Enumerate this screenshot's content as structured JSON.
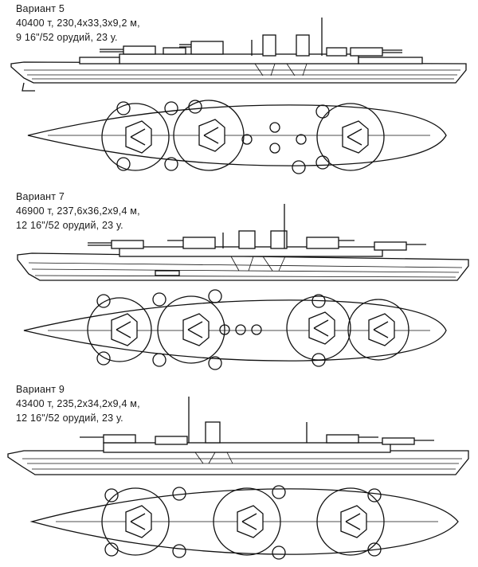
{
  "variants": [
    {
      "title": "Вариант 5",
      "specs": "40400 т, 230,4x33,3x9,2 м,",
      "armament": "9 16\"/52 орудий, 23 у."
    },
    {
      "title": "Вариант 7",
      "specs": "46900 т, 237,6x36,2x9,4 м,",
      "armament": "12 16\"/52 орудий, 23 у."
    },
    {
      "title": "Вариант 9",
      "specs": "43400 т, 235,2x34,2x9,4 м,",
      "armament": "12 16\"/52 орудий, 23 у."
    }
  ]
}
